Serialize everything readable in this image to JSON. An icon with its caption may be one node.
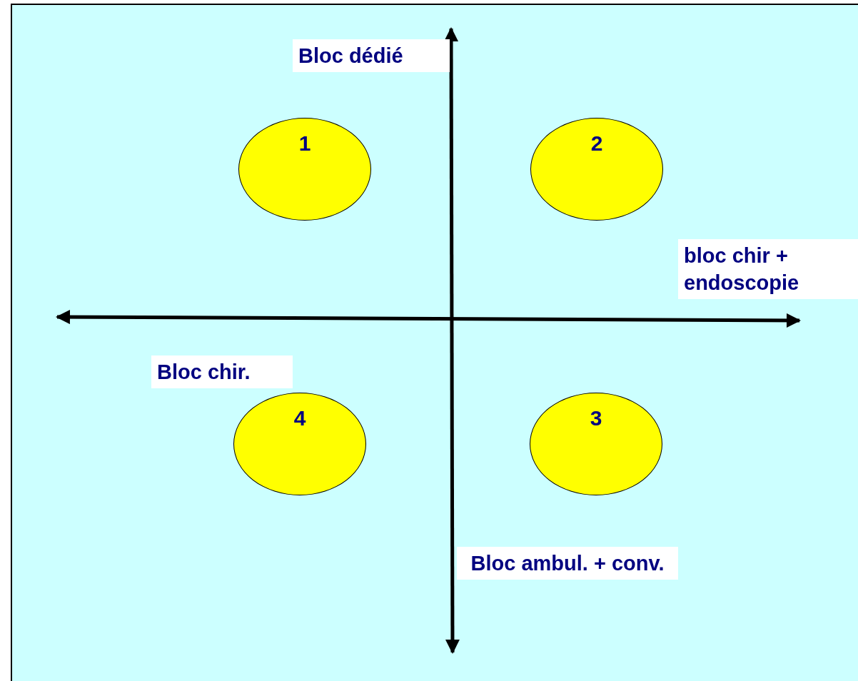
{
  "diagram": {
    "nodes": [
      {
        "text": [
          "1"
        ]
      },
      {
        "text": [
          "2"
        ]
      },
      {
        "text": [
          "4"
        ]
      },
      {
        "text": [
          "3"
        ]
      }
    ],
    "labels": [
      "Bloc dédié",
      "bloc chir + endoscopie",
      "Bloc chir.",
      "Bloc ambul. + conv."
    ]
  }
}
